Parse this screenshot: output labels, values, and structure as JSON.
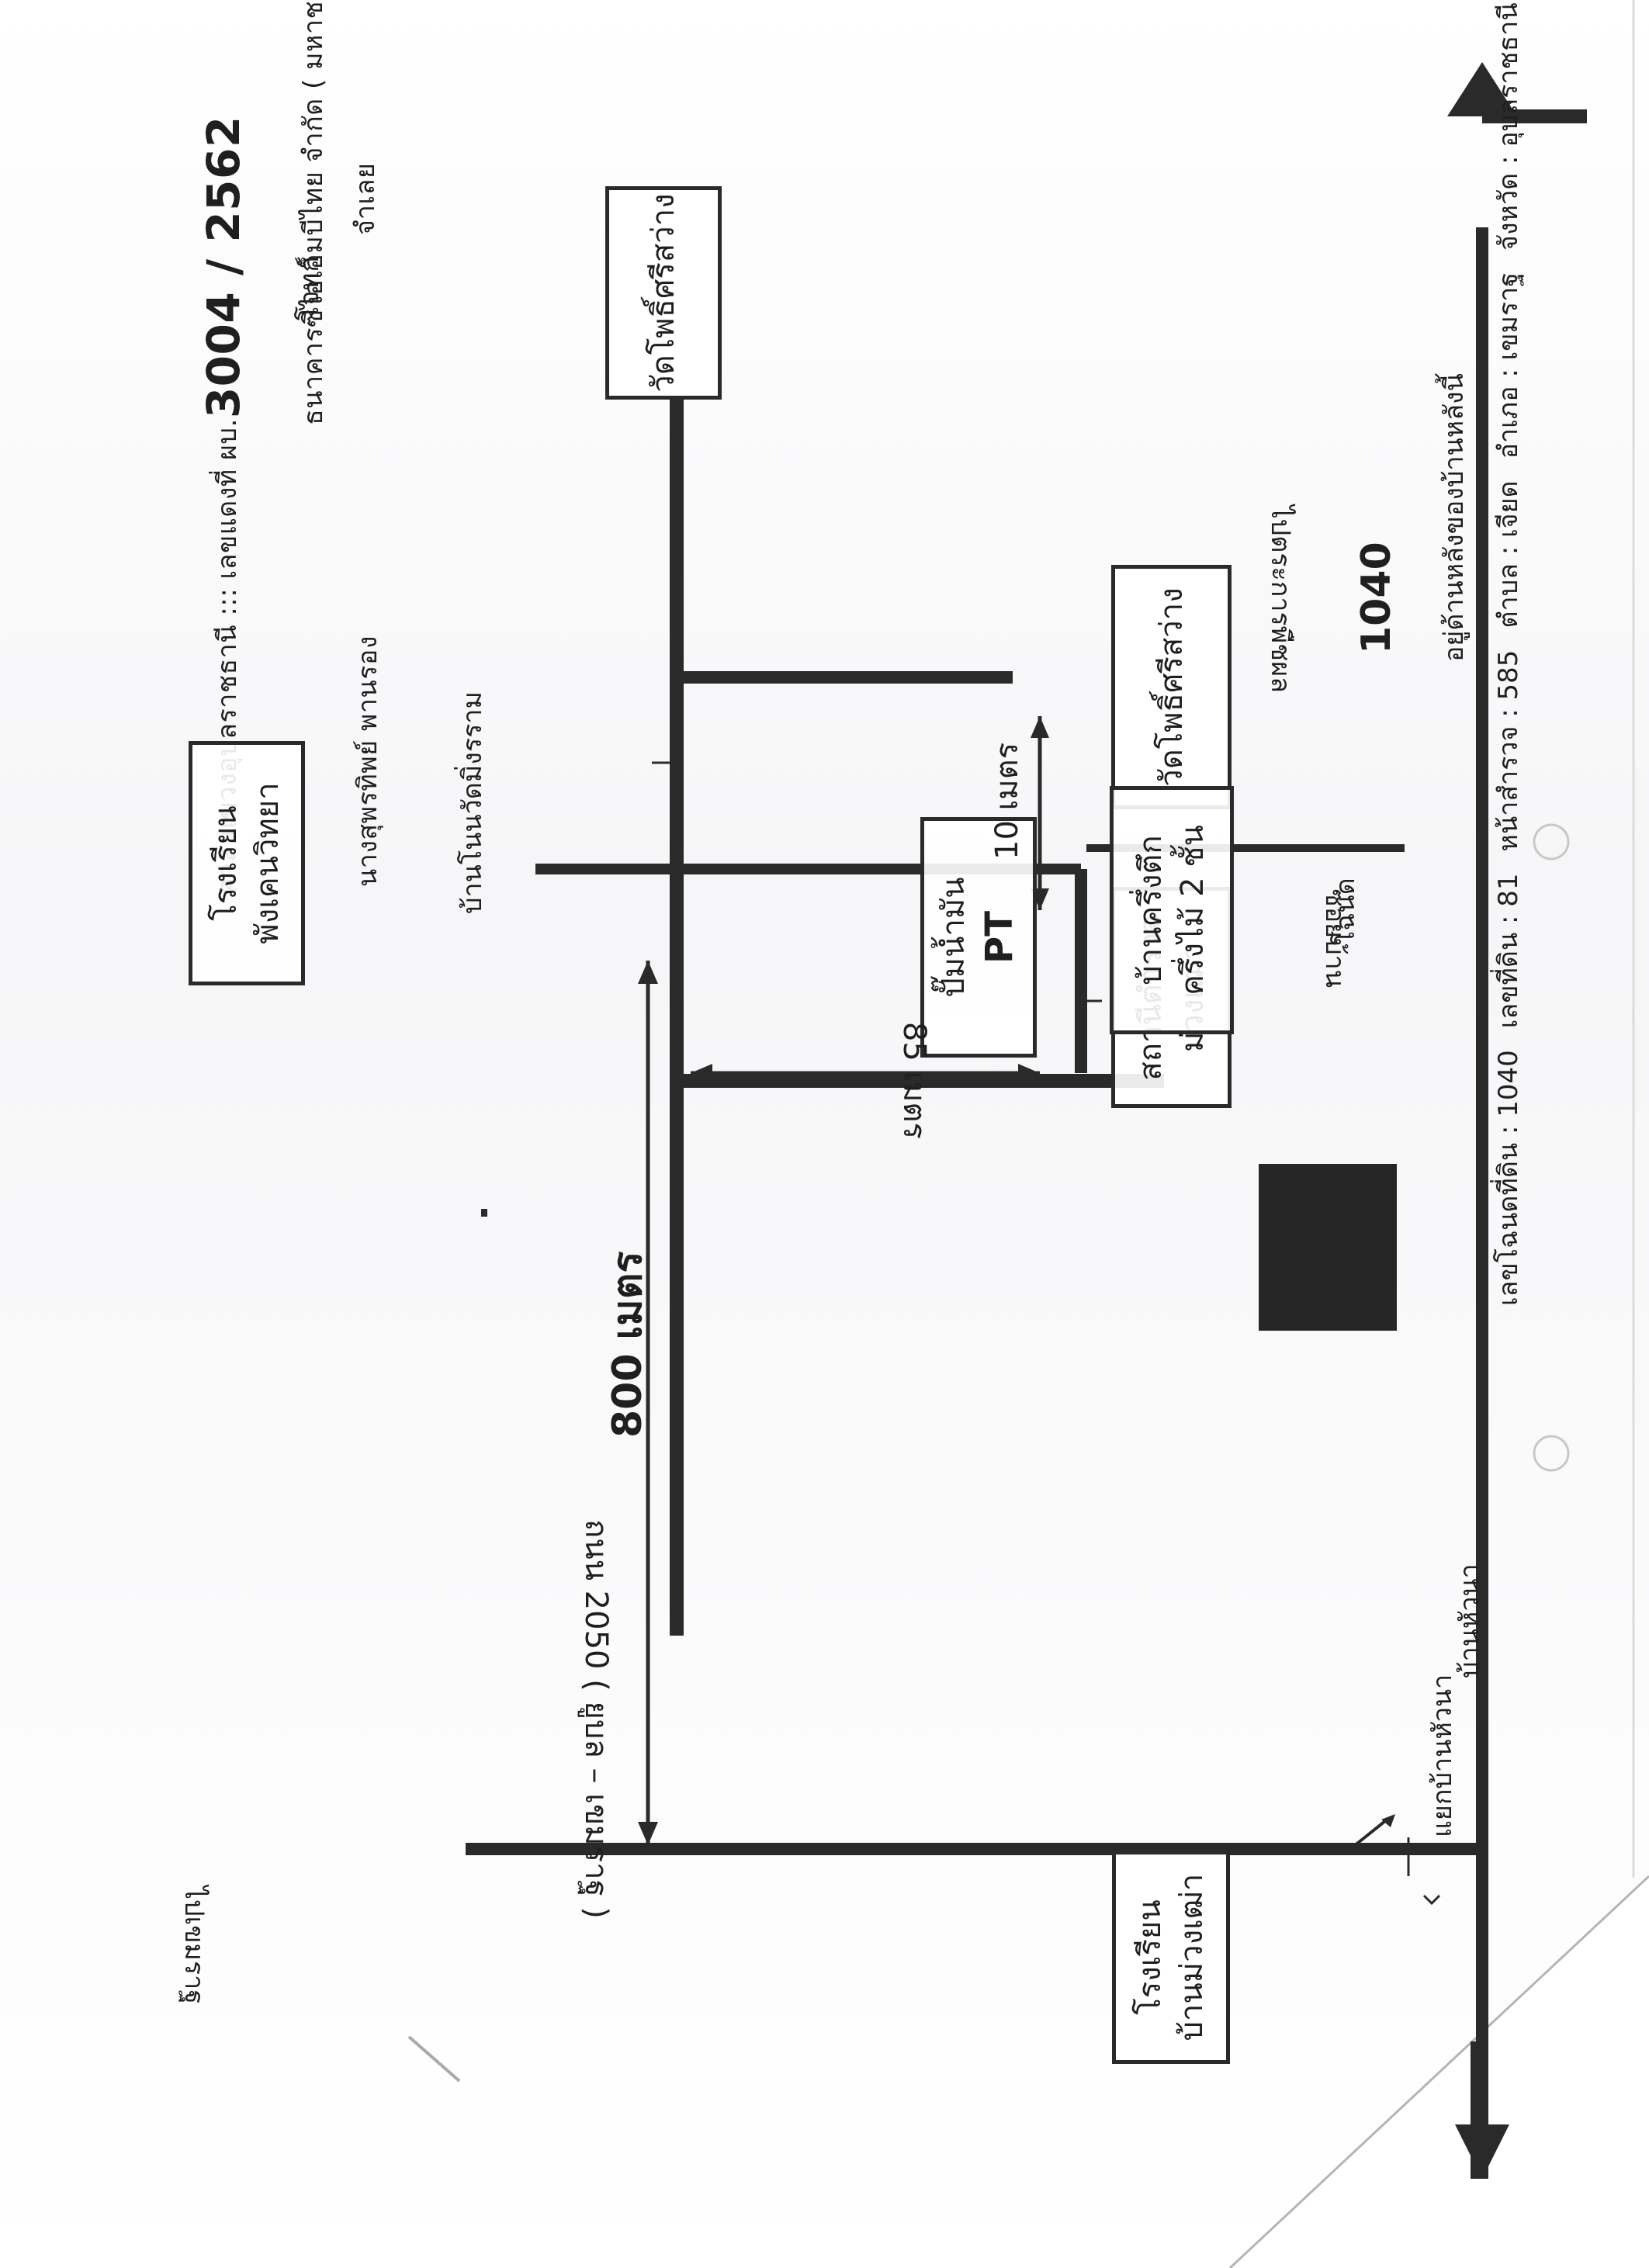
{
  "header": {
    "court_prefix": "ศาล แขวงอุบลราชธานี ::: เลขแดงที่ ผบ.",
    "case_number": "3004 / 2562",
    "plaintiff_role": "โจทก์",
    "plaintiff": "ธนาคารซีไอเอ็มบีไทย  จำกัด  ( มหาชน )",
    "defendant_role": "จำเลย",
    "defendant": "นางสุพรทิพย์   พานรอง"
  },
  "map": {
    "road_label": "ถนน 2050 ( ยูบล – เขมราฐ )",
    "dir_left": "ไปเขมราฐ",
    "dir_right": "ไปตระการพืชผล",
    "village_road": "บ้านโนนวัดมิ่งรราม",
    "junction_pointer": "แยกบ้านหัวนา",
    "junction_village": "บ้านหัวนา",
    "dist_800": "800 เมตร",
    "dist_85": "85 เมตร",
    "dist_10": "10 เมตร",
    "lane_label": "ซอยบ้าน",
    "plot_label": "โฉนด",
    "plot_number": "1040",
    "plot_note": "อยู่ด้านหลังของบ้านหลังนี้",
    "places": {
      "school_left": [
        "โรงเรียน",
        "พังเคนวิทยา"
      ],
      "school_right": [
        "โรงเรียน",
        "บ้านม่วงเฒ่า"
      ],
      "police": [
        "สถานีตำรวจ",
        "ม่วงเฒ่า"
      ],
      "temple_near": [
        "วัดโพธิ์ศรีสว่าง"
      ],
      "gas": [
        "ปั๊มน้ำมัน",
        "PT"
      ],
      "temple_end": [
        "วัดโพธิ์ศรีสว่าง"
      ],
      "house_a": [
        "บ้านครึ่งตึก",
        "ครึ่งไม้ 2 ชั้น"
      ],
      "house_b": [
        "บ้านครึ่งตึก",
        "ครึ่งไม้ 2 ชั้น"
      ]
    }
  },
  "footer": {
    "deed": "เลขโฉนดที่ดิน : 1040",
    "land_no": "เลขที่ดิน : 81",
    "survey": "หน้าสำรวจ : 585",
    "subdistrict": "ตำบล : เจียด",
    "district": "อำเภอ : เขมราฐ",
    "province": "จังหวัด : อุบลราชธานี"
  },
  "colors": {
    "ink": "#2a2a2a",
    "plot_fill": "#262626"
  }
}
